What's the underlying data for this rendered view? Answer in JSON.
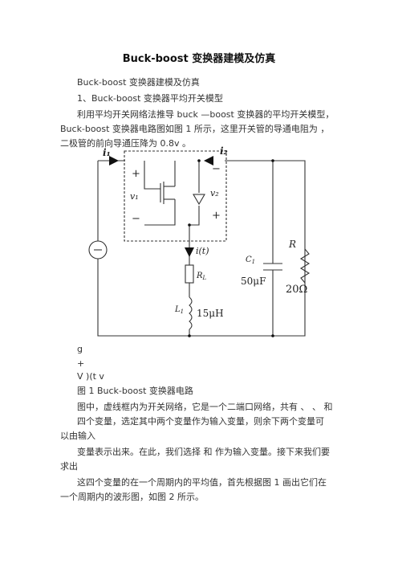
{
  "document": {
    "title": "Buck-boost 变换器建模及仿真",
    "heading": "Buck-boost 变换器建模及仿真",
    "section1": "1、Buck-boost 变换器平均开关模型",
    "para1": [
      "利用平均开关网络法推导 buck —boost 变换器的平均开关模型，",
      "Buck-boost  变换器电路图如图  1  所示，这里开关管的导通电阻为   ，",
      "二极管的前向导通压降为 0.8v 。"
    ],
    "stray": {
      "g": "g",
      "plus": "+",
      "vt": "V )(t v"
    },
    "fig_caption": "图 1 Buck-boost 变换器电路",
    "para2": [
      "图中，虚线框内为开关网络，它是一个二端口网络，共有 、 、 和",
      "四个变量，选定其中两个变量作为输入变量，则余下两个变量可",
      "以由输入",
      "变量表示出来。在此，我们选择  和  作为输入变量。接下来我们要",
      "求出",
      "这四个变量的在一个周期内的平均值，首先根据图  1  画出它们在",
      "一个周期内的波形图，如图 2 所示。"
    ]
  },
  "circuit": {
    "labels": {
      "i1": "i₁",
      "i2": "i₂",
      "v1": "v₁",
      "v2": "v₂",
      "plus_left": "+",
      "minus_left": "−",
      "minus_right": "−",
      "plus_right": "+",
      "it": "i(t)",
      "rl": "R",
      "rl_sub": "L",
      "l1": "L",
      "l1_sub": "1",
      "l_value": "15μH",
      "c1": "C",
      "c1_sub": "1",
      "c_value": "50μF",
      "r": "R",
      "r_value": "20Ω"
    }
  }
}
